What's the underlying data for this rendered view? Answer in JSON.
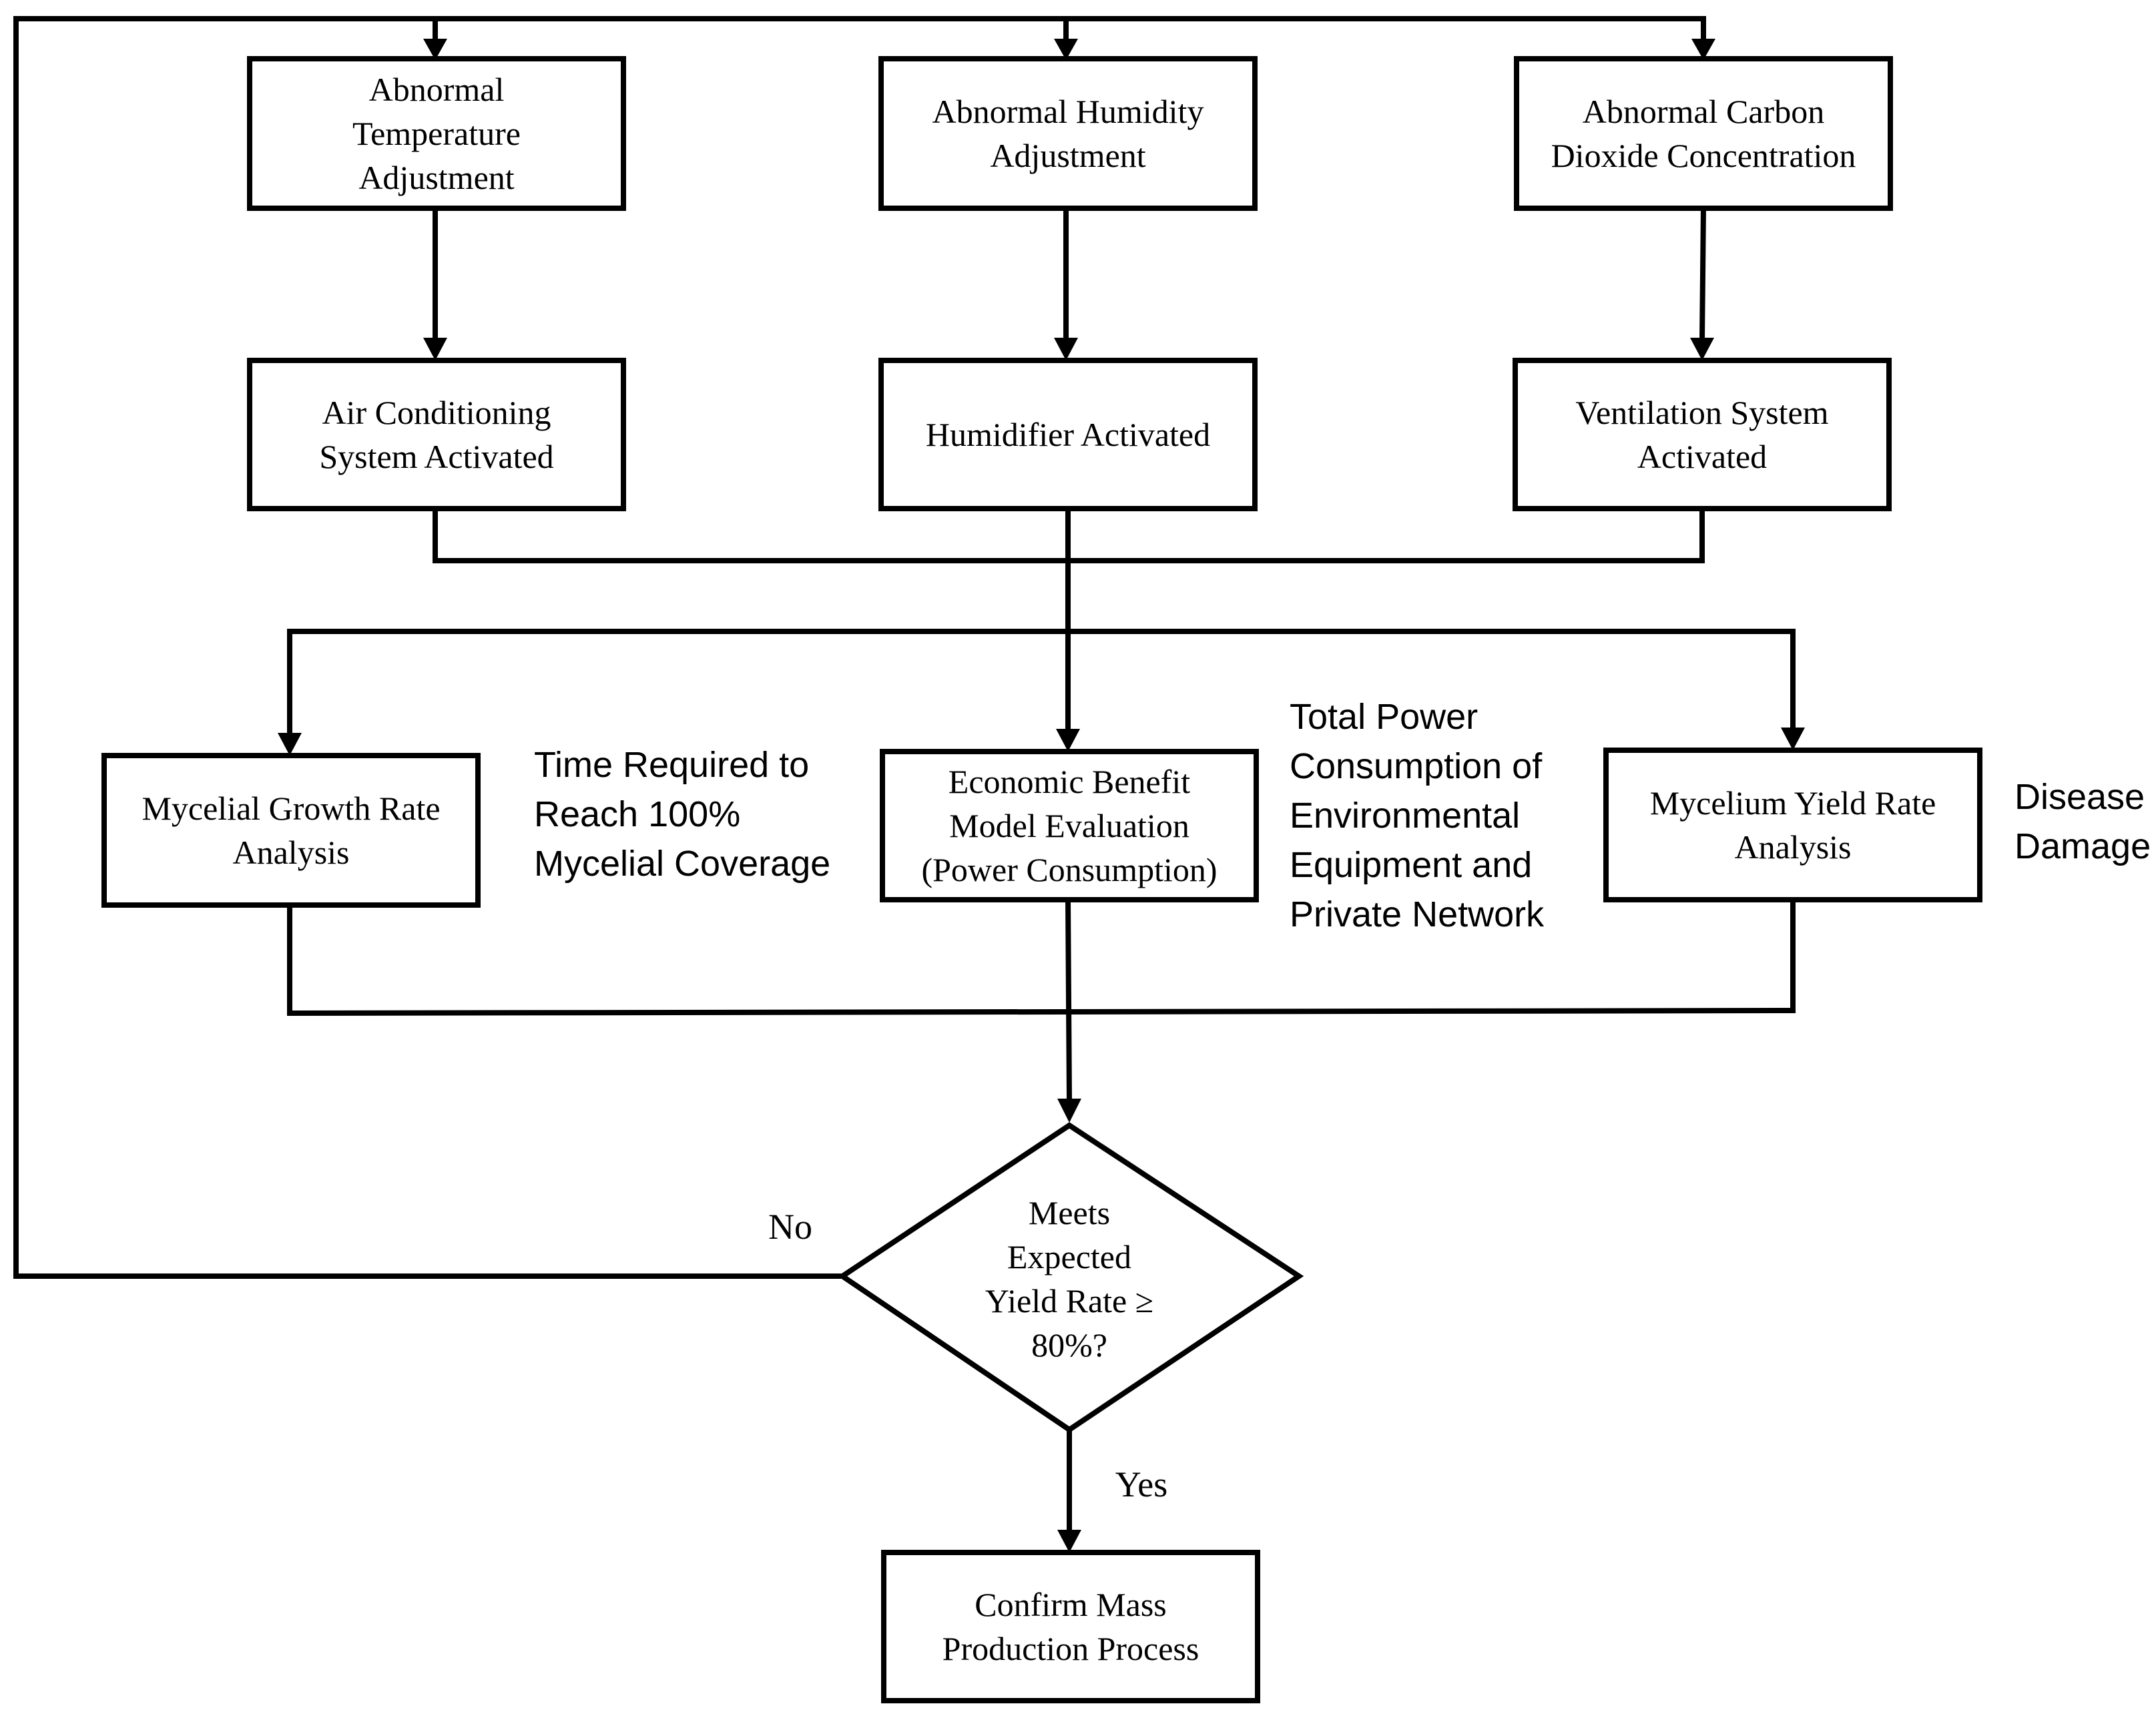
{
  "nodes": {
    "abnormal_temperature": {
      "lines": [
        "Abnormal",
        "Temperature",
        "Adjustment"
      ]
    },
    "abnormal_humidity": {
      "lines": [
        "Abnormal Humidity",
        "Adjustment"
      ]
    },
    "abnormal_co2": {
      "lines": [
        "Abnormal Carbon",
        "Dioxide Concentration"
      ]
    },
    "air_conditioning": {
      "lines": [
        "Air Conditioning",
        "System Activated"
      ]
    },
    "humidifier": {
      "lines": [
        "Humidifier Activated"
      ]
    },
    "ventilation": {
      "lines": [
        "Ventilation System",
        "Activated"
      ]
    },
    "mycelial_growth": {
      "lines": [
        "Mycelial Growth Rate",
        "Analysis"
      ]
    },
    "economic_benefit": {
      "lines": [
        "Economic Benefit",
        "Model Evaluation",
        "(Power Consumption)"
      ]
    },
    "mycelium_yield": {
      "lines": [
        "Mycelium Yield Rate",
        "Analysis"
      ]
    },
    "decision": {
      "lines": [
        "Meets",
        "Expected",
        "Yield Rate ≥",
        "80%?"
      ]
    },
    "confirm_mass_production": {
      "lines": [
        "Confirm Mass",
        "Production Process"
      ]
    }
  },
  "annotations": {
    "mycelial_coverage": {
      "lines": [
        "Time Required to",
        "Reach 100%",
        "Mycelial Coverage"
      ]
    },
    "power_consumption": {
      "lines": [
        "Total Power",
        "Consumption of",
        "Environmental",
        "Equipment and",
        "Private Network"
      ]
    },
    "disease_damage": {
      "lines": [
        "Disease",
        "Damage"
      ]
    }
  },
  "edge_labels": {
    "no": "No",
    "yes": "Yes"
  }
}
